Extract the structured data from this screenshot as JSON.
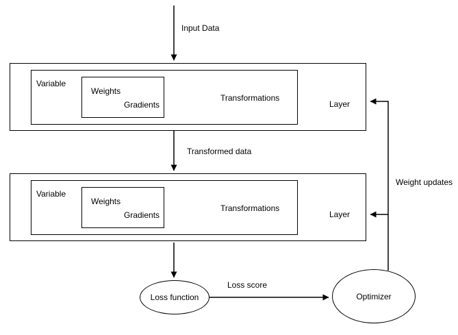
{
  "canvas": {
    "background": "#ffffff",
    "stroke_color": "#000000",
    "text_color": "#000000"
  },
  "layers": [
    {
      "label": "Layer",
      "variable": "Variable",
      "weights": "Weights",
      "gradients": "Gradients",
      "transformations": "Transformations"
    },
    {
      "label": "Layer",
      "variable": "Variable",
      "weights": "Weights",
      "gradients": "Gradients",
      "transformations": "Transformations"
    }
  ],
  "nodes": {
    "loss_function": "Loss function",
    "optimizer": "Optimizer"
  },
  "edge_labels": {
    "input_data": "Input Data",
    "transformed_data": "Transformed data",
    "loss_score": "Loss score",
    "weight_updates": "Weight updates"
  }
}
